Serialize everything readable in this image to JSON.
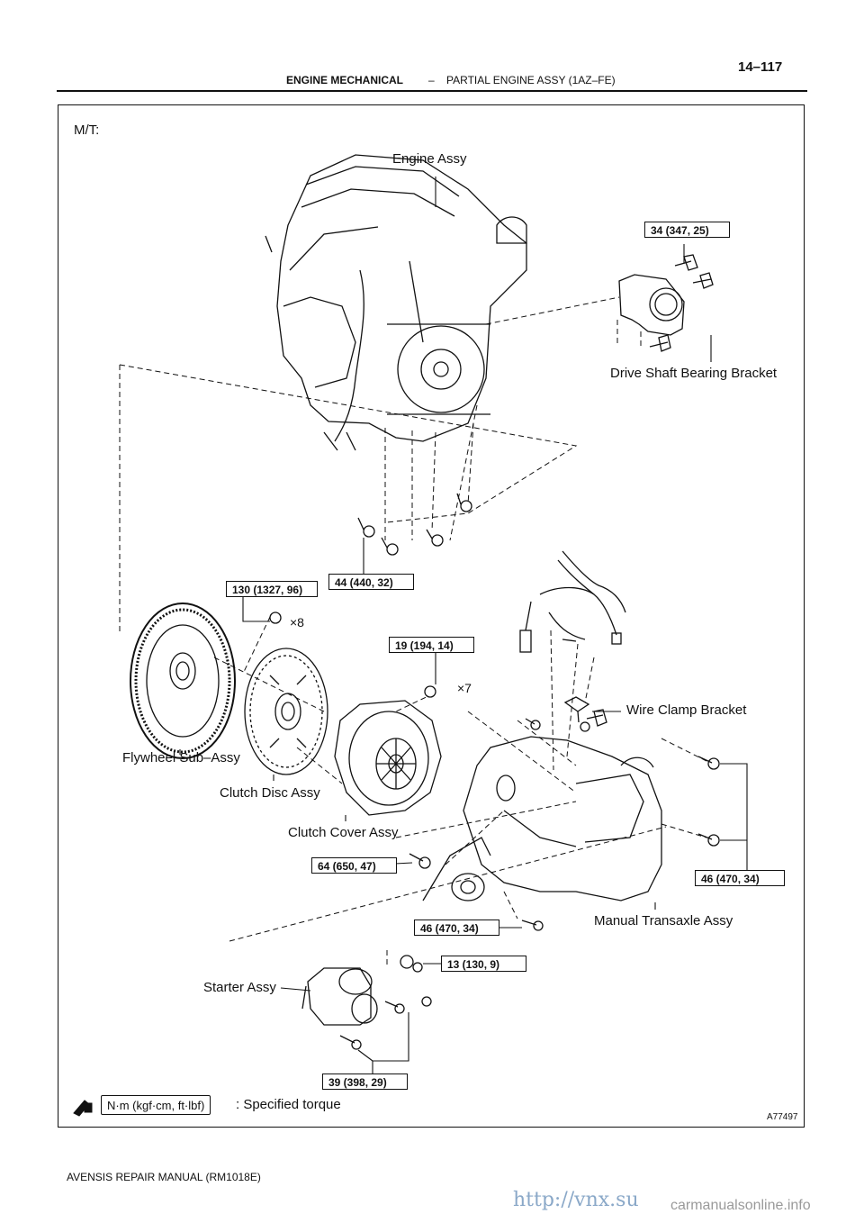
{
  "header": {
    "page_number": "14–117",
    "section": "ENGINE MECHANICAL",
    "separator": "–",
    "subsection": "PARTIAL ENGINE ASSY (1AZ–FE)"
  },
  "diagram": {
    "variant_label": "M/T:",
    "labels": {
      "engine": "Engine Assy",
      "drive_shaft_bracket": "Drive Shaft Bearing Bracket",
      "wire_clamp_bracket": "Wire Clamp Bracket",
      "flywheel": "Flywheel Sub–Assy",
      "clutch_disc": "Clutch Disc Assy",
      "clutch_cover": "Clutch Cover Assy",
      "transaxle": "Manual Transaxle Assy",
      "starter": "Starter Assy"
    },
    "torques": {
      "t34": "34 (347, 25)",
      "t44": "44 (440, 32)",
      "t130": "130 (1327, 96)",
      "t19": "19 (194, 14)",
      "t64": "64 (650, 47)",
      "t46a": "46 (470, 34)",
      "t46b": "46 (470, 34)",
      "t13": "13 (130, 9)",
      "t39": "39 (398, 29)"
    },
    "multipliers": {
      "x8": "×8",
      "x7": "×7"
    },
    "legend": {
      "unit": "N·m (kgf·cm, ft·lbf)",
      "text": ": Specified torque"
    },
    "figure_code": "A77497"
  },
  "footer": {
    "manual": "AVENSIS REPAIR MANUAL   (RM1018E)"
  },
  "watermarks": {
    "site1": "http://vnx.su",
    "site2": "carmanualsonline.info"
  }
}
